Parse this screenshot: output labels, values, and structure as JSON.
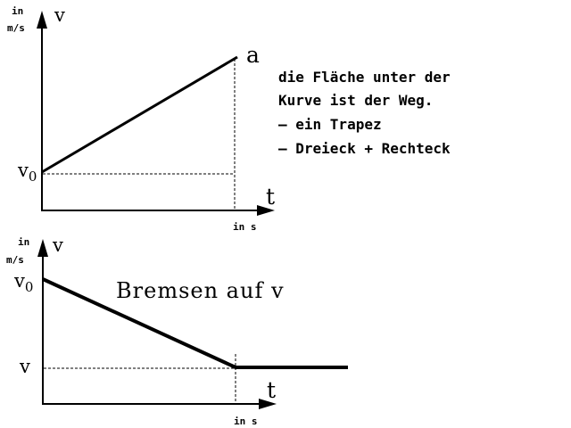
{
  "top_graph": {
    "y_unit_line1": "in",
    "y_unit_line2": "m/s",
    "y_axis_label": "v",
    "x_axis_label": "t",
    "x_unit": "in s",
    "start_label": "v",
    "start_label_sub": "0",
    "end_label": "a",
    "notes": [
      "die Fläche unter der",
      "Kurve ist der Weg.",
      "– ein Trapez",
      "– Dreieck + Rechteck"
    ]
  },
  "bottom_graph": {
    "y_unit_line1": "in",
    "y_unit_line2": "m/s",
    "y_axis_label": "v",
    "x_axis_label": "t",
    "x_unit": "in s",
    "start_label": "v",
    "start_label_sub": "0",
    "end_label": "v",
    "headline": "Bremsen auf v"
  },
  "colors": {
    "ink": "#000000",
    "background": "#ffffff"
  }
}
